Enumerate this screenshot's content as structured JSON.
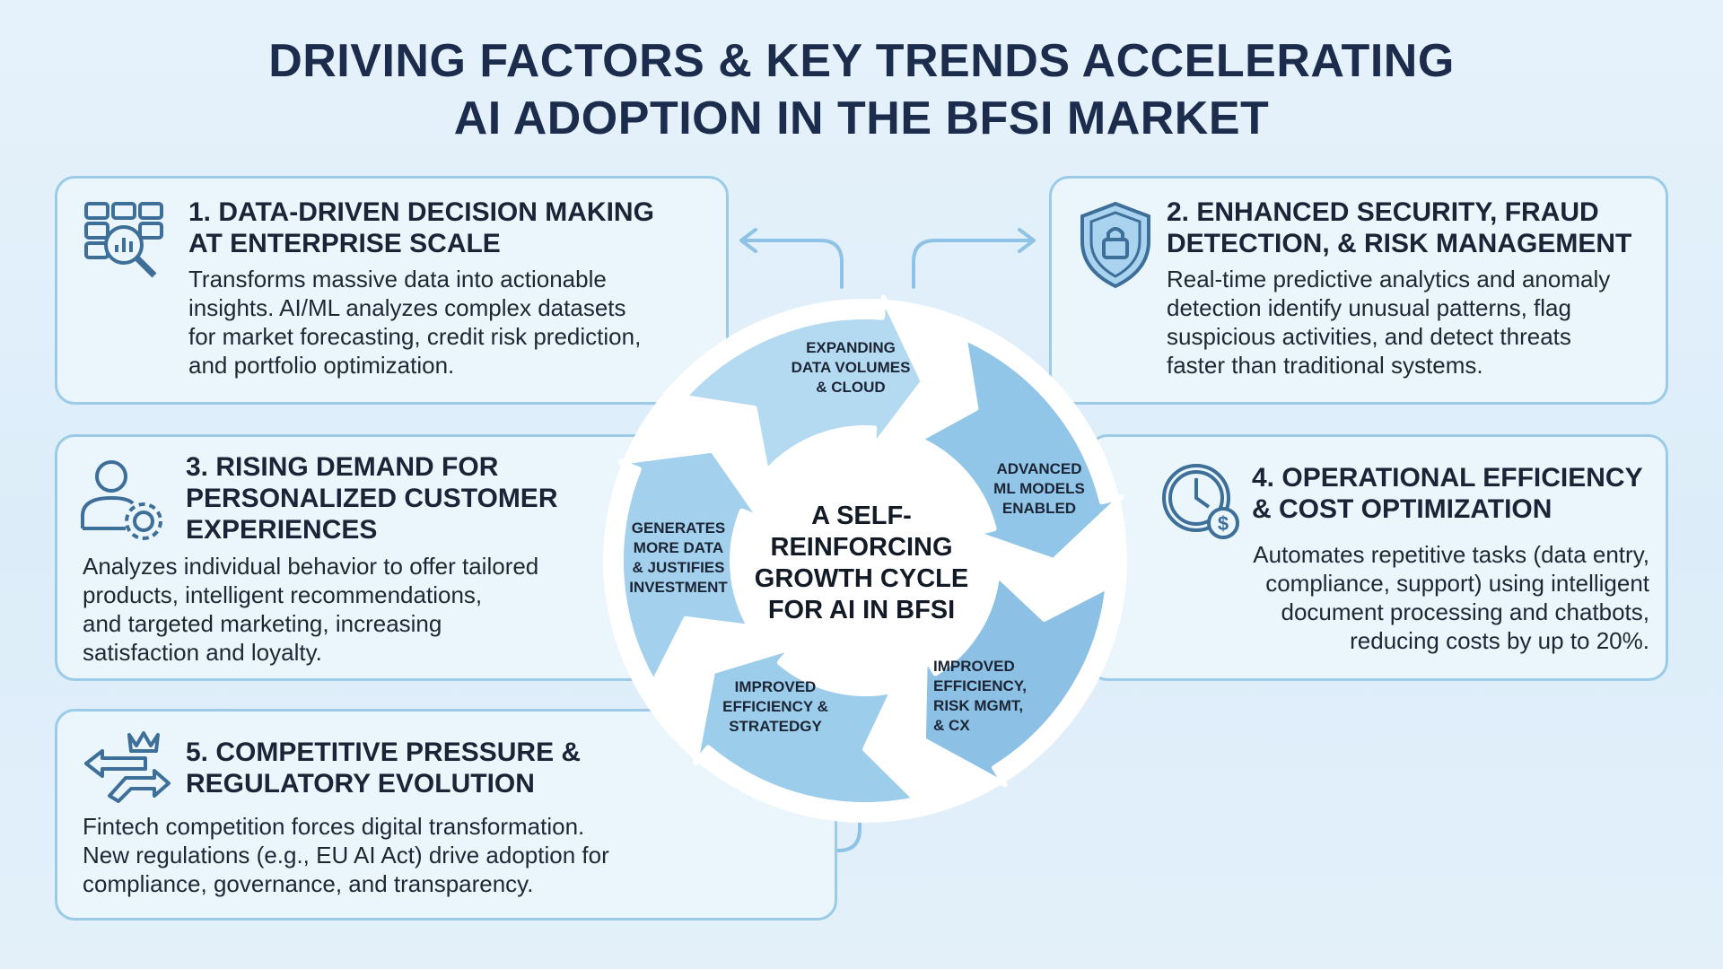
{
  "title": {
    "line1": "DRIVING FACTORS &  KEY TRENDS ACCELERATING",
    "line2": "AI ADOPTION IN THE BFSI MARKET"
  },
  "cards": [
    {
      "heading1": "1. DATA-DRIVEN DECISION MAKING",
      "heading2": "AT ENTERPRISE SCALE",
      "body": [
        "Transforms massive data into actionable",
        "insights. AI/ML analyzes complex datasets",
        "for market forecasting, credit risk prediction,",
        "and portfolio optimization."
      ],
      "icon": "data-analytics-icon"
    },
    {
      "heading1": "2. ENHANCED SECURITY, FRAUD",
      "heading2": "DETECTION,  & RISK MANAGEMENT",
      "body": [
        "Real-time predictive analytics and anomaly",
        "detection identify unusual patterns, flag",
        "suspicious activities, and detect threats",
        "faster than traditional systems."
      ],
      "icon": "shield-lock-icon"
    },
    {
      "heading1": "3. RISING DEMAND FOR",
      "heading2": "PERSONALIZED CUSTOMER",
      "heading3": "EXPERIENCES",
      "body": [
        "Analyzes individual behavior to offer tailored",
        "products, intelligent recommendations,",
        "and targeted marketing, increasing",
        "satisfaction and loyalty."
      ],
      "icon": "user-gear-icon"
    },
    {
      "heading1": "4. OPERATIONAL EFFICIENCY",
      "heading2": "& COST OPTIMIZATION",
      "body": [
        "Automates repetitive tasks (data entry,",
        "compliance, support) using intelligent",
        "document processing and chatbots,",
        "reducing costs by up to 20%."
      ],
      "icon": "clock-dollar-icon"
    },
    {
      "heading1": "5. COMPETITIVE PRESSURE &",
      "heading2": "REGULATORY EVOLUTION",
      "body": [
        "Fintech competition forces digital transformation.",
        "New regulations (e.g., EU AI Act) drive adoption for",
        "compliance, governance, and transparency."
      ],
      "icon": "arrows-crown-icon"
    }
  ],
  "cycle": {
    "center": [
      "A SELF-",
      "REINFORCING",
      "GROWTH CYCLE",
      "FOR AI IN BFSI"
    ],
    "segments": [
      [
        "EXPANDING",
        "DATA VOLUMES",
        "& CLOUD"
      ],
      [
        "ADVANCED",
        "ML MODELS",
        "ENABLED"
      ],
      [
        "IMPROVED",
        "EFFICIENCY,",
        "RISK MGMT,",
        "& CX"
      ],
      [
        "IMPROVED",
        "EFFICIENCY &",
        "STRATEDGY"
      ],
      [
        "GENERATES",
        "MORE DATA",
        "& JUSTIFIES",
        "INVESTMENT"
      ]
    ],
    "colors": [
      "#b4daf1",
      "#92c6e8",
      "#8cc1e5",
      "#9ccdeb",
      "#a3d0ec"
    ]
  },
  "colors": {
    "border": "#9ccbe8",
    "title": "#1b2c4c",
    "icon": "#3d6f99"
  }
}
